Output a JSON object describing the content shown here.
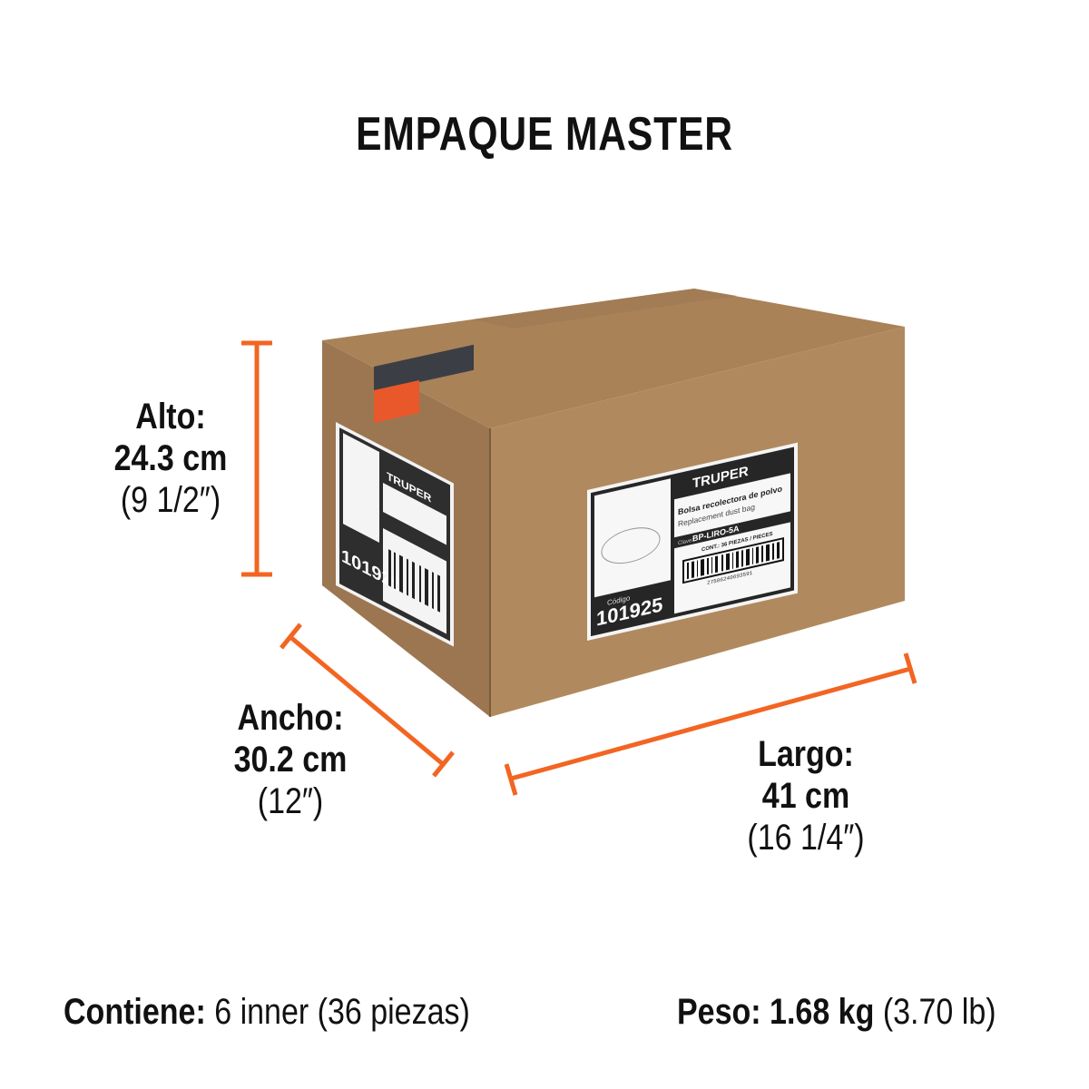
{
  "title": "EMPAQUE MASTER",
  "accent_color": "#f26522",
  "box_color": "#b08a5e",
  "dimensions": {
    "alto": {
      "label": "Alto:",
      "metric": "24.3 cm",
      "imperial": "(9 1/2″)"
    },
    "ancho": {
      "label": "Ancho:",
      "metric": "30.2 cm",
      "imperial": "(12″)"
    },
    "largo": {
      "label": "Largo:",
      "metric": "41 cm",
      "imperial": "(16 1/4″)"
    }
  },
  "contents": {
    "label": "Contiene:",
    "value": "6 inner (36 piezas)"
  },
  "weight": {
    "label": "Peso:",
    "metric": "1.68 kg",
    "imperial": "(3.70 lb)"
  },
  "box_label": {
    "brand": "TRUPER",
    "product_es": "Bolsa recolectora de polvo",
    "product_en": "Replacement dust bag",
    "clave_label": "Clave:",
    "clave": "BP-LIRO-5A",
    "contents": "CONT.: 36 PIEZAS / PIECES",
    "barcode_number": "27506240693591",
    "codigo_label": "Código",
    "codigo": "101925"
  }
}
